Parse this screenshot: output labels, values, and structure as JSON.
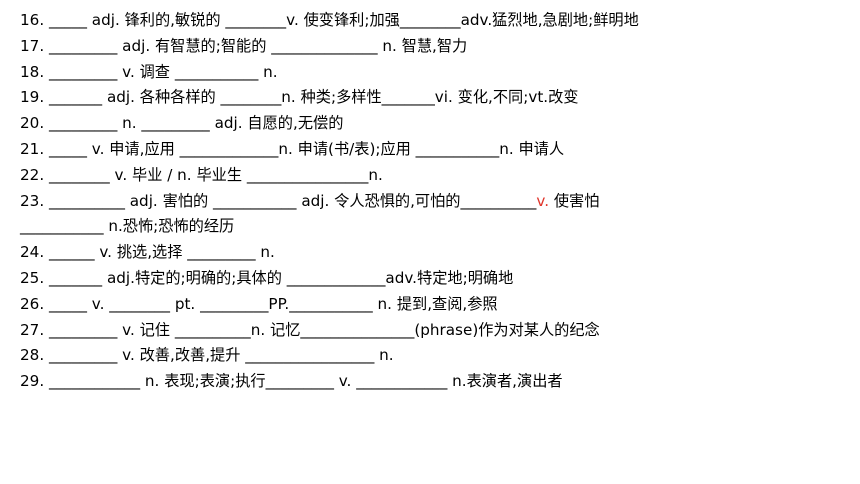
{
  "exercise": {
    "lines": [
      "16. _____ adj. 锋利的,敏锐的 ________v. 使变锋利;加强________adv.猛烈地,急剧地;鲜明地",
      "17. _________ adj. 有智慧的;智能的 ______________ n. 智慧,智力",
      "18. _________ v. 调查 ___________ n.",
      "19. _______ adj. 各种各样的 ________n. 种类;多样性_______vi. 变化,不同;vt.改变",
      "20. _________ n. _________ adj. 自愿的,无偿的",
      "21. _____ v. 申请,应用 _____________n. 申请(书/表);应用 ___________n. 申请人",
      "22. ________ v. 毕业 / n. 毕业生 ________________n.",
      "23. __________ adj. 害怕的 ___________ adj. 令人恐惧的,可怕的__________",
      "___________ n.恐怖;恐怖的经历",
      "24. ______ v. 挑选,选择 _________ n.",
      "25. _______ adj.特定的;明确的;具体的 _____________adv.特定地;明确地",
      "26. _____ v.  ________ pt. _________PP.___________ n. 提到,查阅,参照",
      "27. _________ v. 记住 __________n. 记忆_______________(phrase)作为对某人的纪念",
      "28. _________ v. 改善,改善,提升 _________________ n.",
      "29. ____________ n. 表现;表演;执行_________ v. ____________ n.表演者,演出者"
    ],
    "line23_tail": {
      "red_text": "v.",
      "black_text": " 使害怕"
    },
    "colors": {
      "text": "#000000",
      "highlight": "#e0352b",
      "background": "#ffffff"
    }
  }
}
